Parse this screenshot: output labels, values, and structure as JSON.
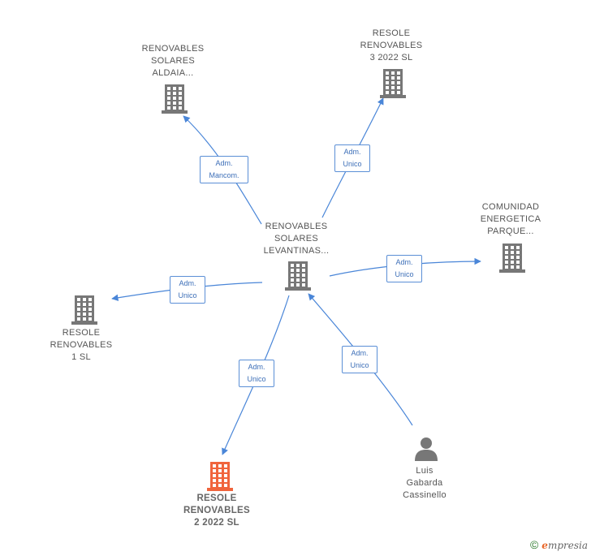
{
  "nodes": [
    {
      "id": "center",
      "label": "RENOVABLES\nSOLARES\nLEVANTINAS...",
      "kind": "company",
      "color": "#777777"
    },
    {
      "id": "aldaia",
      "label": "RENOVABLES\nSOLARES\nALDAIA...",
      "kind": "company",
      "color": "#777777"
    },
    {
      "id": "resole3",
      "label": "RESOLE\nRENOVABLES\n3 2022  SL",
      "kind": "company",
      "color": "#777777"
    },
    {
      "id": "comunidad",
      "label": "COMUNIDAD\nENERGETICA\nPARQUE...",
      "kind": "company",
      "color": "#777777"
    },
    {
      "id": "resole1",
      "label": "RESOLE\nRENOVABLES\n1  SL",
      "kind": "company",
      "color": "#777777"
    },
    {
      "id": "resole2",
      "label": "RESOLE\nRENOVABLES\n2 2022  SL",
      "kind": "company",
      "color": "#f0643c",
      "highlight": true
    },
    {
      "id": "luis",
      "label": "Luis\nGabarda\nCassinello",
      "kind": "person",
      "color": "#777777"
    }
  ],
  "edges": [
    {
      "from": "center",
      "to": "aldaia",
      "label": "Adm.\nMancom."
    },
    {
      "from": "center",
      "to": "resole3",
      "label": "Adm.\nUnico"
    },
    {
      "from": "center",
      "to": "comunidad",
      "label": "Adm.\nUnico"
    },
    {
      "from": "center",
      "to": "resole1",
      "label": "Adm.\nUnico"
    },
    {
      "from": "center",
      "to": "resole2",
      "label": "Adm.\nUnico"
    },
    {
      "from": "luis",
      "to": "center",
      "label": "Adm.\nUnico"
    }
  ],
  "footer": {
    "copyright": "©",
    "brand_first": "e",
    "brand_rest": "mpresia"
  },
  "colors": {
    "edge": "#4a86d8",
    "highlight": "#f0643c",
    "icon": "#777777"
  }
}
